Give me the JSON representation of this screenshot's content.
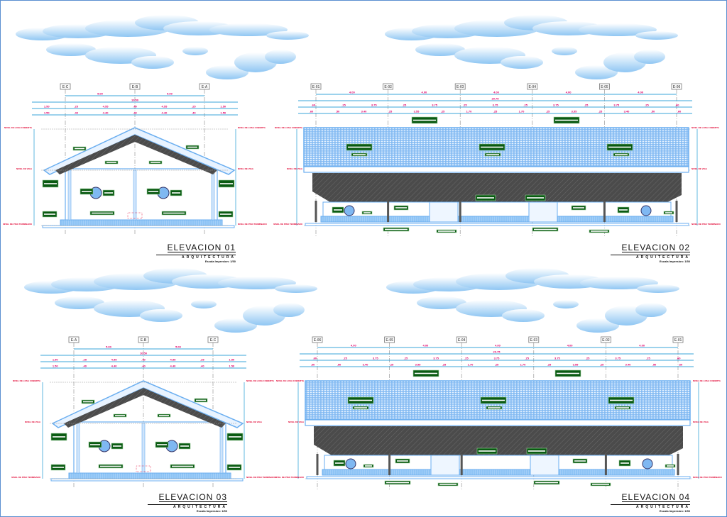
{
  "colors": {
    "dimension": "#e0006a",
    "dim_line": "#3aa6d8",
    "building": "#6aaef0",
    "tile": "#8cc0f5",
    "dark_band": "#4a4a4a",
    "tag": "#0a5a12",
    "cloud": "#a8d2f5",
    "grid": "#888888"
  },
  "elevations": [
    {
      "id": "01",
      "title": "ELEVACION  01",
      "subtitle": "ARQUITECTURA",
      "scale": "Escala Impresion: 1/50",
      "type": "gable",
      "grid_labels": [
        "E-C",
        "E-B",
        "E-A"
      ],
      "dims": {
        "row1": [
          "5.00",
          "5.00"
        ],
        "row2": [
          "10.50"
        ],
        "row3": [
          "1.50",
          ".25",
          "4.55",
          ".40",
          "4.55",
          ".25",
          "1.50"
        ],
        "row4": [
          "1.50",
          ".40",
          "4.40",
          ".40",
          "4.40",
          ".40",
          "1.50"
        ]
      },
      "levels": [
        "NIVEL DE LOSA CUBIERTA",
        "NIVEL DE VIGA",
        "NIVEL DE PISO TERMINADO"
      ]
    },
    {
      "id": "02",
      "title": "ELEVACION  02",
      "subtitle": "ARQUITECTURA",
      "scale": "Escala Impresion: 1/50",
      "type": "long",
      "grid_labels": [
        "E-01",
        "E-02",
        "E-03",
        "E-04",
        "E-05",
        "E-06"
      ],
      "dims": {
        "row1": [
          "4.00",
          "4.00",
          "4.00",
          "4.00",
          "4.00"
        ],
        "row2": [
          "20.75"
        ],
        "row3": [
          ".60",
          ".25",
          "3.75",
          ".25",
          "3.75",
          ".25",
          "3.75",
          ".25",
          "3.75",
          ".25",
          "3.75",
          ".25",
          ".60"
        ],
        "row4": [
          ".60",
          ".50",
          "3.40",
          ".25",
          "3.55",
          ".25",
          "1.70",
          ".25",
          "1.70",
          ".25",
          "3.55",
          ".25",
          "3.40",
          ".50",
          ".60"
        ]
      },
      "levels": [
        "NIVEL DE LOSA CUBIERTA",
        "NIVEL DE VIGA",
        "NIVEL DE PISO TERMINADO"
      ]
    },
    {
      "id": "03",
      "title": "ELEVACION  03",
      "subtitle": "ARQUITECTURA",
      "scale": "Escala Impresion: 1/50",
      "type": "gable",
      "grid_labels": [
        "E-A",
        "E-B",
        "E-C"
      ],
      "dims": {
        "row1": [
          "5.00",
          "5.00"
        ],
        "row2": [
          "10.50"
        ],
        "row3": [
          "1.50",
          ".25",
          "4.55",
          ".40",
          "4.55",
          ".25",
          "1.50"
        ],
        "row4": [
          "1.50",
          ".40",
          "4.40",
          ".40",
          "4.40",
          ".40",
          "1.50"
        ]
      },
      "levels": [
        "NIVEL DE LOSA CUBIERTA",
        "NIVEL DE VIGA",
        "NIVEL DE PISO TERMINADO"
      ]
    },
    {
      "id": "04",
      "title": "ELEVACION  04",
      "subtitle": "ARQUITECTURA",
      "scale": "Escala Impresion: 1/50",
      "type": "long",
      "grid_labels": [
        "E-06",
        "E-05",
        "E-04",
        "E-03",
        "E-02",
        "E-01"
      ],
      "dims": {
        "row1": [
          "4.00",
          "4.00",
          "4.00",
          "4.00",
          "4.00"
        ],
        "row2": [
          "20.75"
        ],
        "row3": [
          ".60",
          ".25",
          "3.75",
          ".25",
          "3.75",
          ".25",
          "3.75",
          ".25",
          "3.75",
          ".25",
          "3.75",
          ".25",
          ".60"
        ],
        "row4": [
          ".60",
          ".50",
          "3.40",
          ".25",
          "3.55",
          ".25",
          "1.70",
          ".25",
          "1.70",
          ".25",
          "3.55",
          ".25",
          "3.40",
          ".50",
          ".60"
        ]
      },
      "levels": [
        "NIVEL DE LOSA CUBIERTA",
        "NIVEL DE VIGA",
        "NIVEL DE PISO TERMINADO"
      ]
    }
  ]
}
